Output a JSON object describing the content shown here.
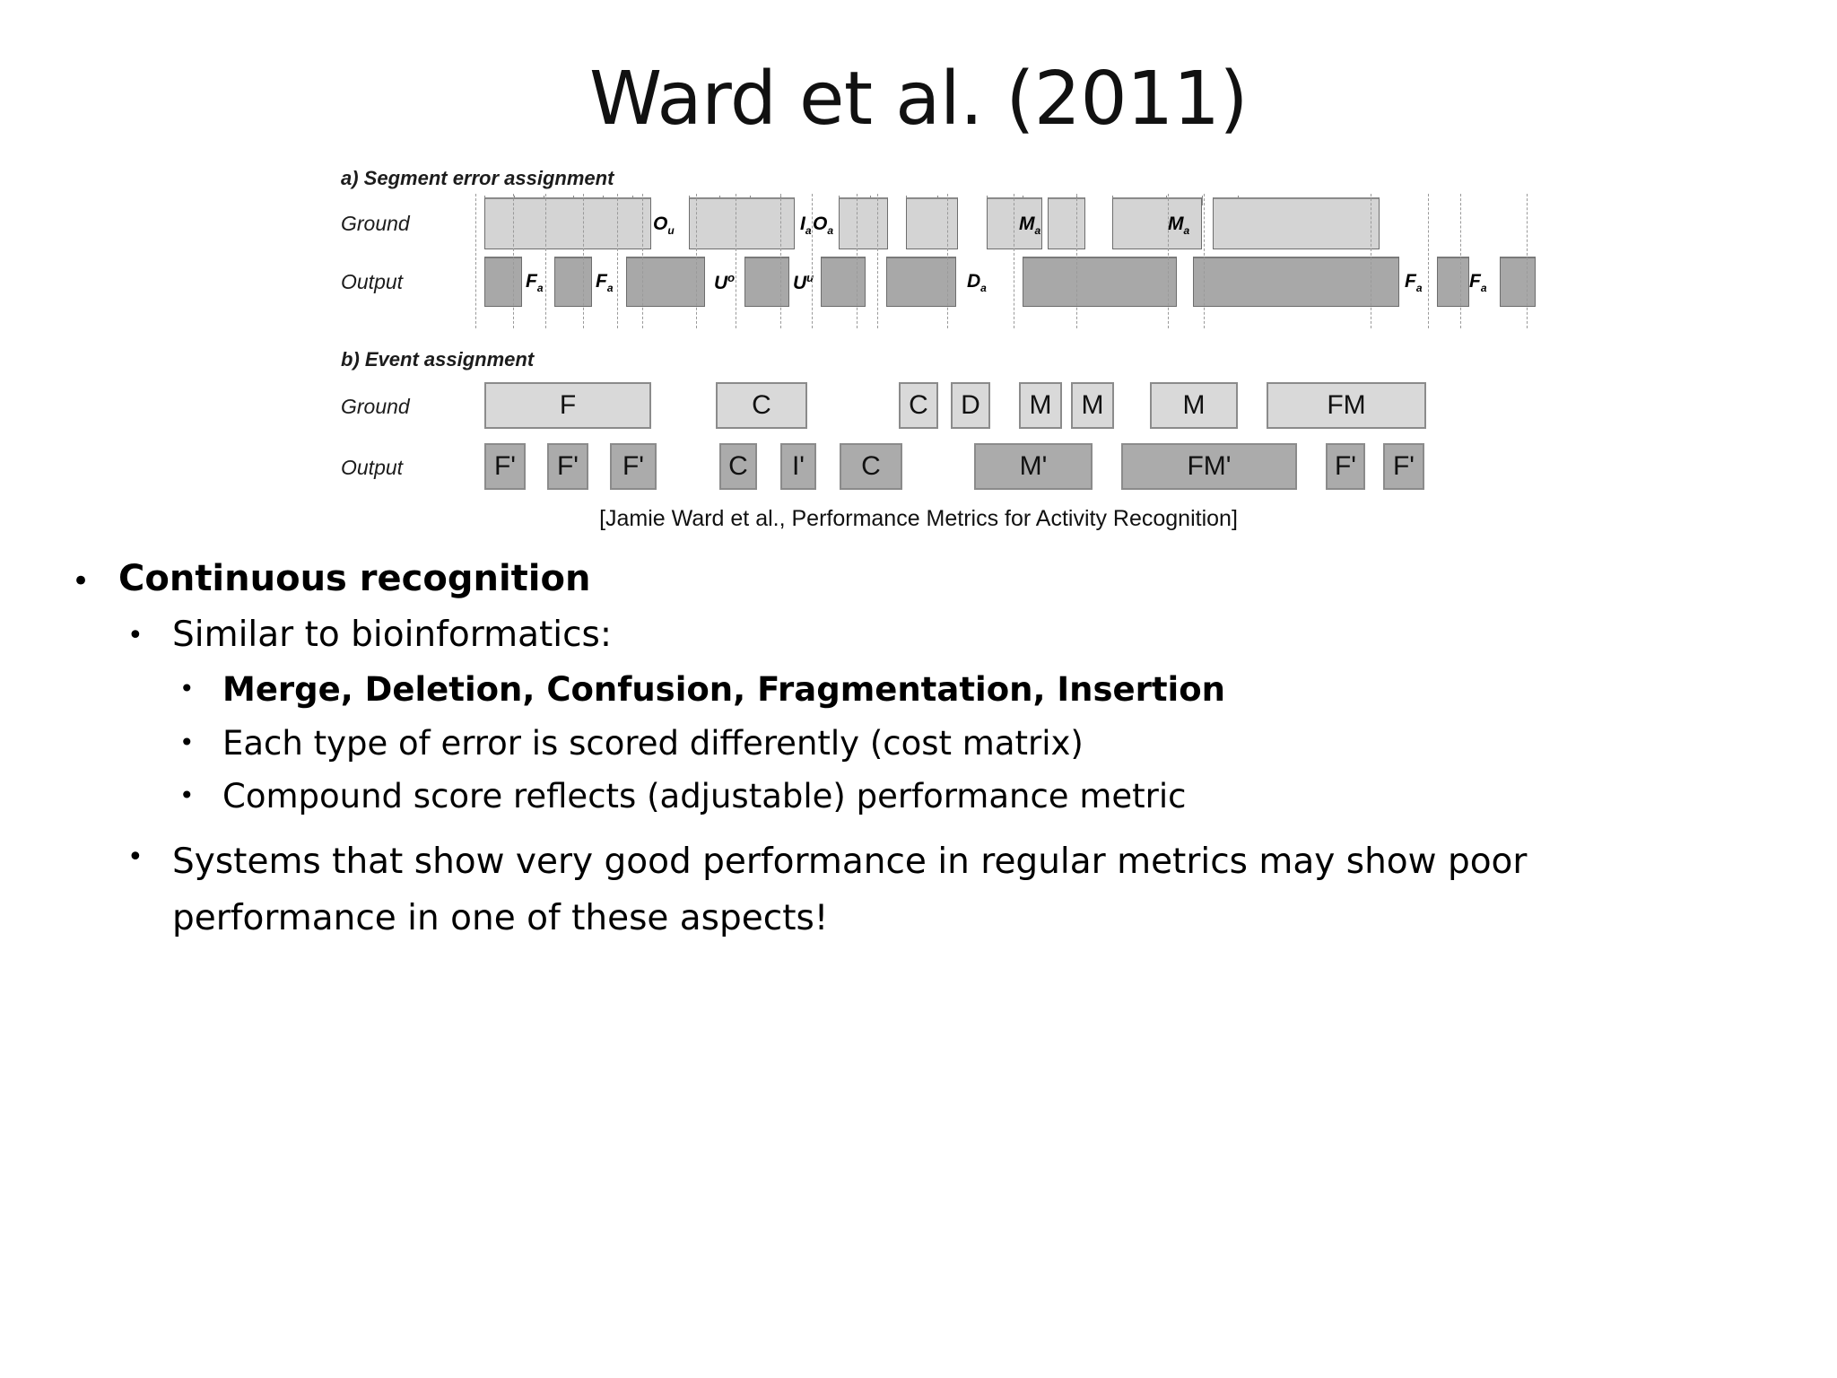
{
  "slide": {
    "title": "Ward et al. (2011)"
  },
  "figure": {
    "panel_a": {
      "caption": "a) Segment error assignment",
      "ground_label": "Ground",
      "output_label": "Output",
      "ground_annotations": [
        "O",
        "I",
        "O",
        "M",
        "M"
      ],
      "ground_annotation_subs": [
        "u",
        "a",
        "a",
        "a",
        "a"
      ],
      "output_annotations": [
        "F",
        "F",
        "U",
        "U",
        "D",
        "F",
        "F"
      ],
      "output_annotation_subs": [
        "a",
        "a",
        "o",
        "u",
        "a",
        "a",
        "a"
      ]
    },
    "panel_b": {
      "caption": "b) Event assignment",
      "ground_label": "Ground",
      "output_label": "Output",
      "ground_events": [
        "F",
        "C",
        "C",
        "D",
        "M",
        "M",
        "M",
        "FM"
      ],
      "output_events": [
        "F'",
        "F'",
        "F'",
        "C",
        "I'",
        "C",
        "M'",
        "FM'",
        "F'",
        "F'"
      ]
    },
    "source": "[Jamie Ward et al., Performance Metrics for Activity Recognition]"
  },
  "bullets": {
    "b1": "Continuous recognition",
    "b2": "Similar to bioinformatics:",
    "b3": "Merge, Deletion, Confusion, Fragmentation, Insertion",
    "b4": "Each type of error is scored differently (cost matrix)",
    "b5": "Compound score reflects (adjustable) performance metric",
    "b6": "Systems that show very good performance in regular metrics may show poor performance in one of these aspects!"
  },
  "glyphs": {
    "bullet": "•"
  },
  "colors": {
    "ground_fill": "#d4d4d4",
    "output_fill": "#a8a8a8",
    "stroke": "#8b8b8b",
    "text": "#000000"
  }
}
